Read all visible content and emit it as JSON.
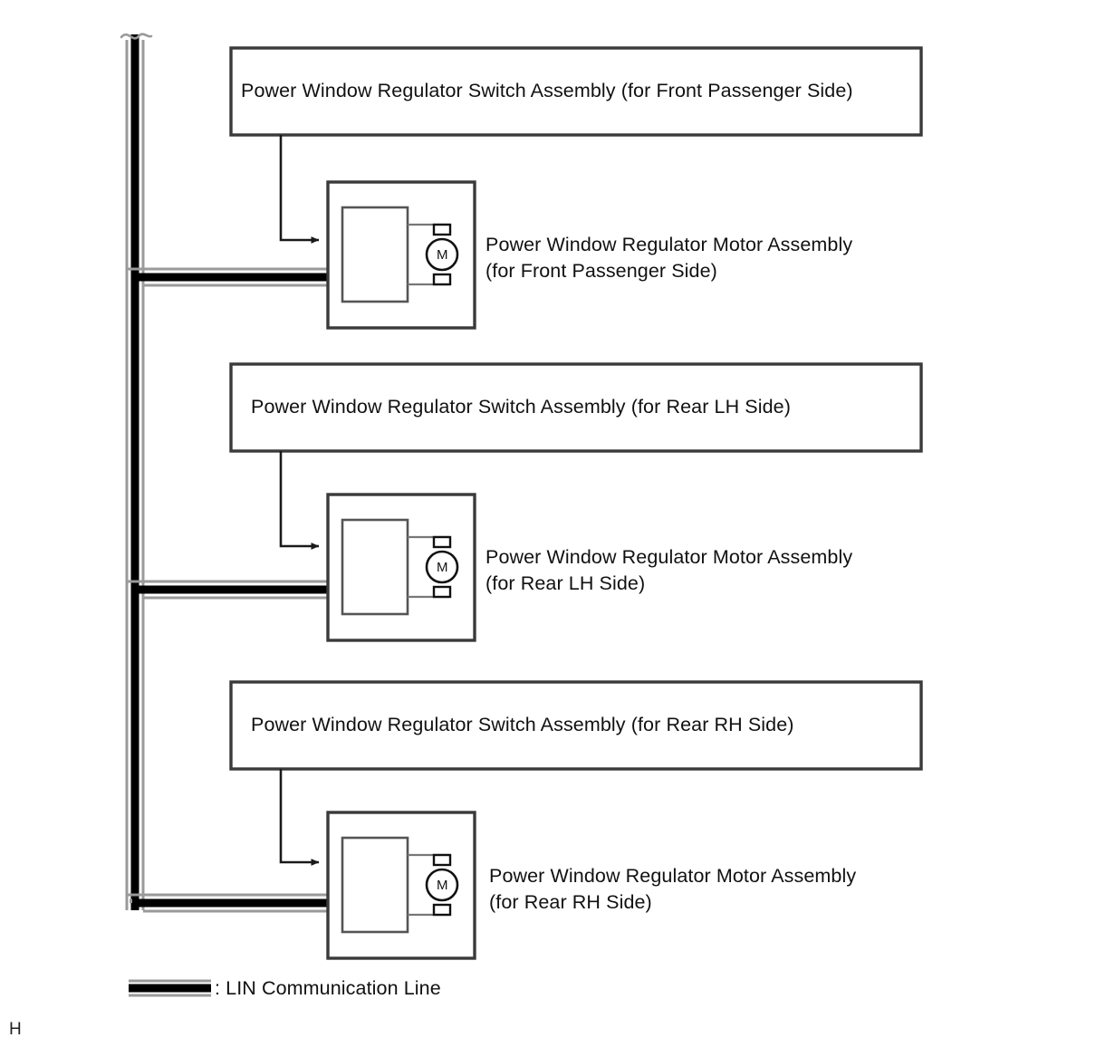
{
  "diagram": {
    "type": "power-window-lin-network-block-diagram",
    "trunk": {
      "name": "LIN communication trunk line",
      "continuation_mark": "wavy-break-top"
    },
    "nodes": [
      {
        "id": "switch-front-passenger",
        "kind": "switch-assembly",
        "label": "Power Window Regulator Switch Assembly (for Front Passenger Side)"
      },
      {
        "id": "motor-front-passenger",
        "kind": "motor-assembly",
        "label_line1": "Power Window Regulator Motor Assembly",
        "label_line2": "(for Front Passenger Side)",
        "motor_symbol": "M"
      },
      {
        "id": "switch-rear-lh",
        "kind": "switch-assembly",
        "label": "Power Window Regulator Switch Assembly (for Rear LH Side)"
      },
      {
        "id": "motor-rear-lh",
        "kind": "motor-assembly",
        "label_line1": "Power Window Regulator Motor Assembly",
        "label_line2": "(for Rear LH Side)",
        "motor_symbol": "M"
      },
      {
        "id": "switch-rear-rh",
        "kind": "switch-assembly",
        "label": "Power Window Regulator Switch Assembly (for Rear RH Side)"
      },
      {
        "id": "motor-rear-rh",
        "kind": "motor-assembly",
        "label_line1": "Power Window Regulator Motor Assembly",
        "label_line2": "(for Rear RH Side)",
        "motor_symbol": "M"
      }
    ],
    "legend": {
      "symbol": "lin-line-swatch",
      "text": ": LIN Communication Line"
    },
    "page_marker": "H",
    "colors": {
      "line": "#1a1a1a",
      "box_border": "#3a3a3a",
      "lin_core": "#000000",
      "lin_edge": "#9a9a9a",
      "background": "#ffffff",
      "text": "#111111"
    }
  }
}
